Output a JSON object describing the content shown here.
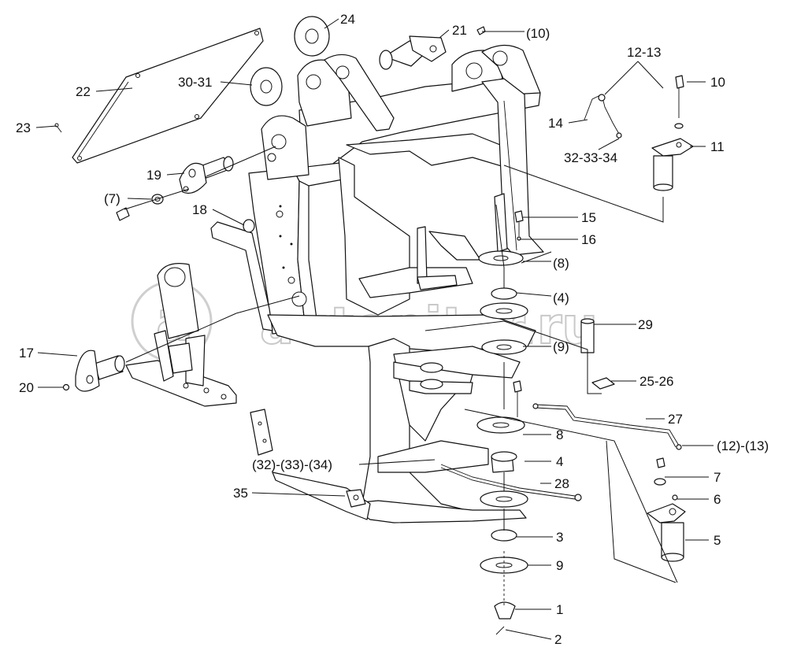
{
  "watermark": {
    "text": "autopiter.ru"
  },
  "callouts": [
    {
      "id": "c24",
      "text": "24"
    },
    {
      "id": "c21",
      "text": "21"
    },
    {
      "id": "c10p",
      "text": "(10)"
    },
    {
      "id": "c22",
      "text": "22"
    },
    {
      "id": "c3031",
      "text": "30-31"
    },
    {
      "id": "c1213",
      "text": "12-13"
    },
    {
      "id": "c10",
      "text": "10"
    },
    {
      "id": "c23",
      "text": "23"
    },
    {
      "id": "c14",
      "text": "14"
    },
    {
      "id": "c11",
      "text": "11"
    },
    {
      "id": "c323334",
      "text": "32-33-34"
    },
    {
      "id": "c19",
      "text": "19"
    },
    {
      "id": "c7p",
      "text": "(7)"
    },
    {
      "id": "c18",
      "text": "18"
    },
    {
      "id": "c15",
      "text": "15"
    },
    {
      "id": "c16",
      "text": "16"
    },
    {
      "id": "c8p",
      "text": "(8)"
    },
    {
      "id": "c4p",
      "text": "(4)"
    },
    {
      "id": "c29",
      "text": "29"
    },
    {
      "id": "c9p",
      "text": "(9)"
    },
    {
      "id": "c17",
      "text": "17"
    },
    {
      "id": "c2526",
      "text": "25-26"
    },
    {
      "id": "c20",
      "text": "20"
    },
    {
      "id": "c27",
      "text": "27"
    },
    {
      "id": "c8",
      "text": "8"
    },
    {
      "id": "c1213p",
      "text": "(12)-(13)"
    },
    {
      "id": "c4",
      "text": "4"
    },
    {
      "id": "c323334p",
      "text": "(32)-(33)-(34)"
    },
    {
      "id": "c7",
      "text": "7"
    },
    {
      "id": "c28",
      "text": "28"
    },
    {
      "id": "c35",
      "text": "35"
    },
    {
      "id": "c6",
      "text": "6"
    },
    {
      "id": "c3",
      "text": "3"
    },
    {
      "id": "c5",
      "text": "5"
    },
    {
      "id": "c9",
      "text": "9"
    },
    {
      "id": "c1",
      "text": "1"
    },
    {
      "id": "c2",
      "text": "2"
    }
  ]
}
